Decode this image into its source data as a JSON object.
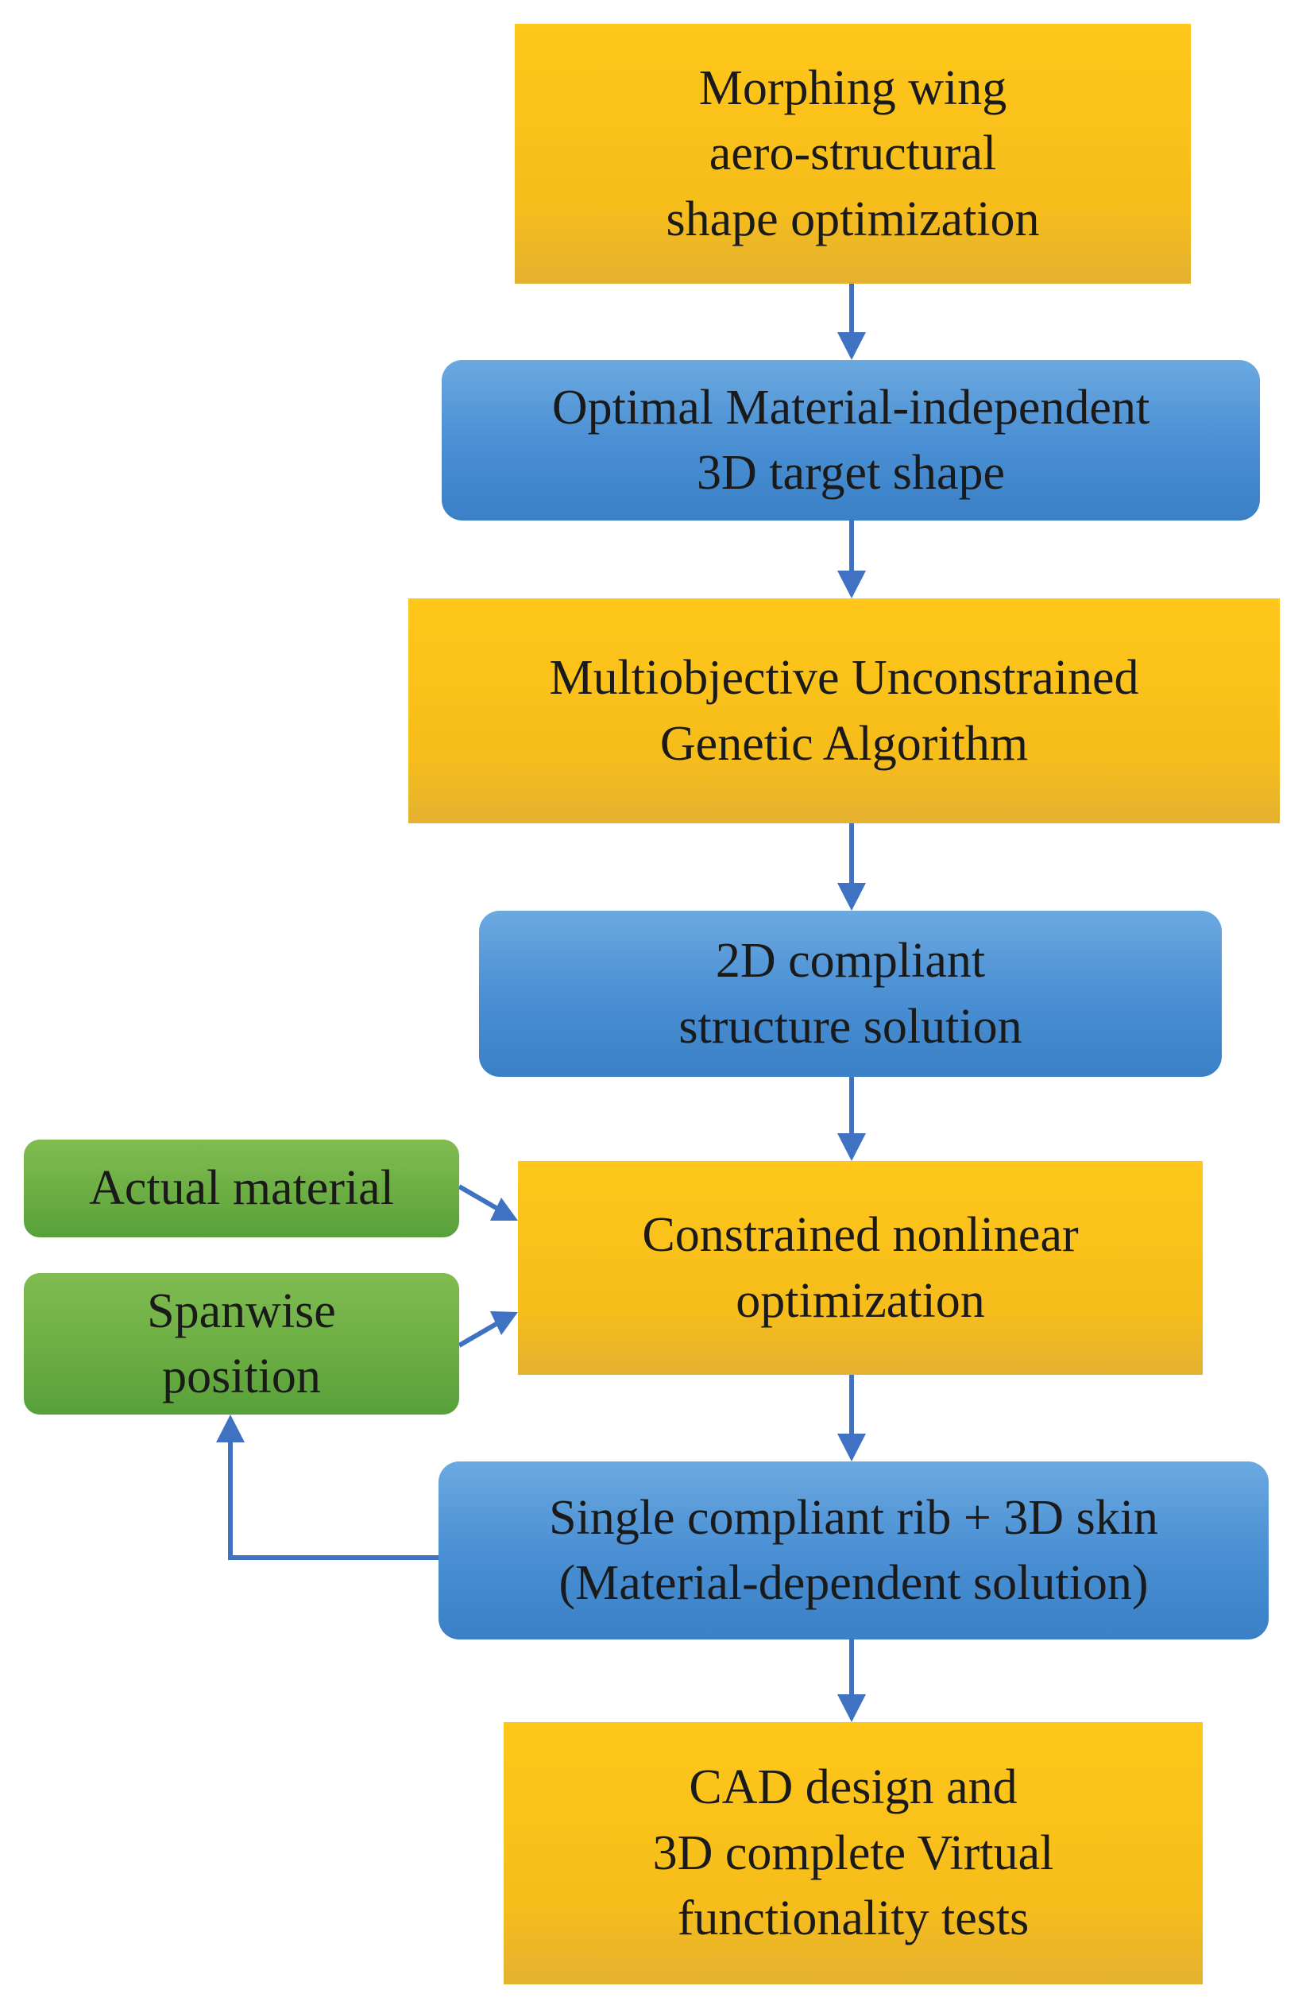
{
  "nodes": {
    "morphing": {
      "lines": [
        "Morphing wing",
        "aero-structural",
        "shape optimization"
      ]
    },
    "target_shape": {
      "lines": [
        "Optimal Material-independent",
        "3D target shape"
      ]
    },
    "genetic": {
      "lines": [
        "Multiobjective Unconstrained",
        "Genetic Algorithm"
      ]
    },
    "compliant_2d": {
      "lines": [
        "2D compliant",
        "structure solution"
      ]
    },
    "constrained": {
      "lines": [
        "Constrained nonlinear",
        "optimization"
      ]
    },
    "actual_material": {
      "lines": [
        "Actual material"
      ]
    },
    "spanwise": {
      "lines": [
        "Spanwise",
        "position"
      ]
    },
    "single_rib": {
      "lines": [
        "Single compliant rib + 3D skin",
        "(Material-dependent solution)"
      ]
    },
    "cad": {
      "lines": [
        "CAD design and",
        "3D complete Virtual",
        "functionality tests"
      ]
    }
  },
  "colors": {
    "orange": "#f9c01c",
    "blue": "#4a8fd3",
    "green": "#6aae44",
    "arrow": "#3f72c2",
    "text": "#1a1a1a"
  }
}
